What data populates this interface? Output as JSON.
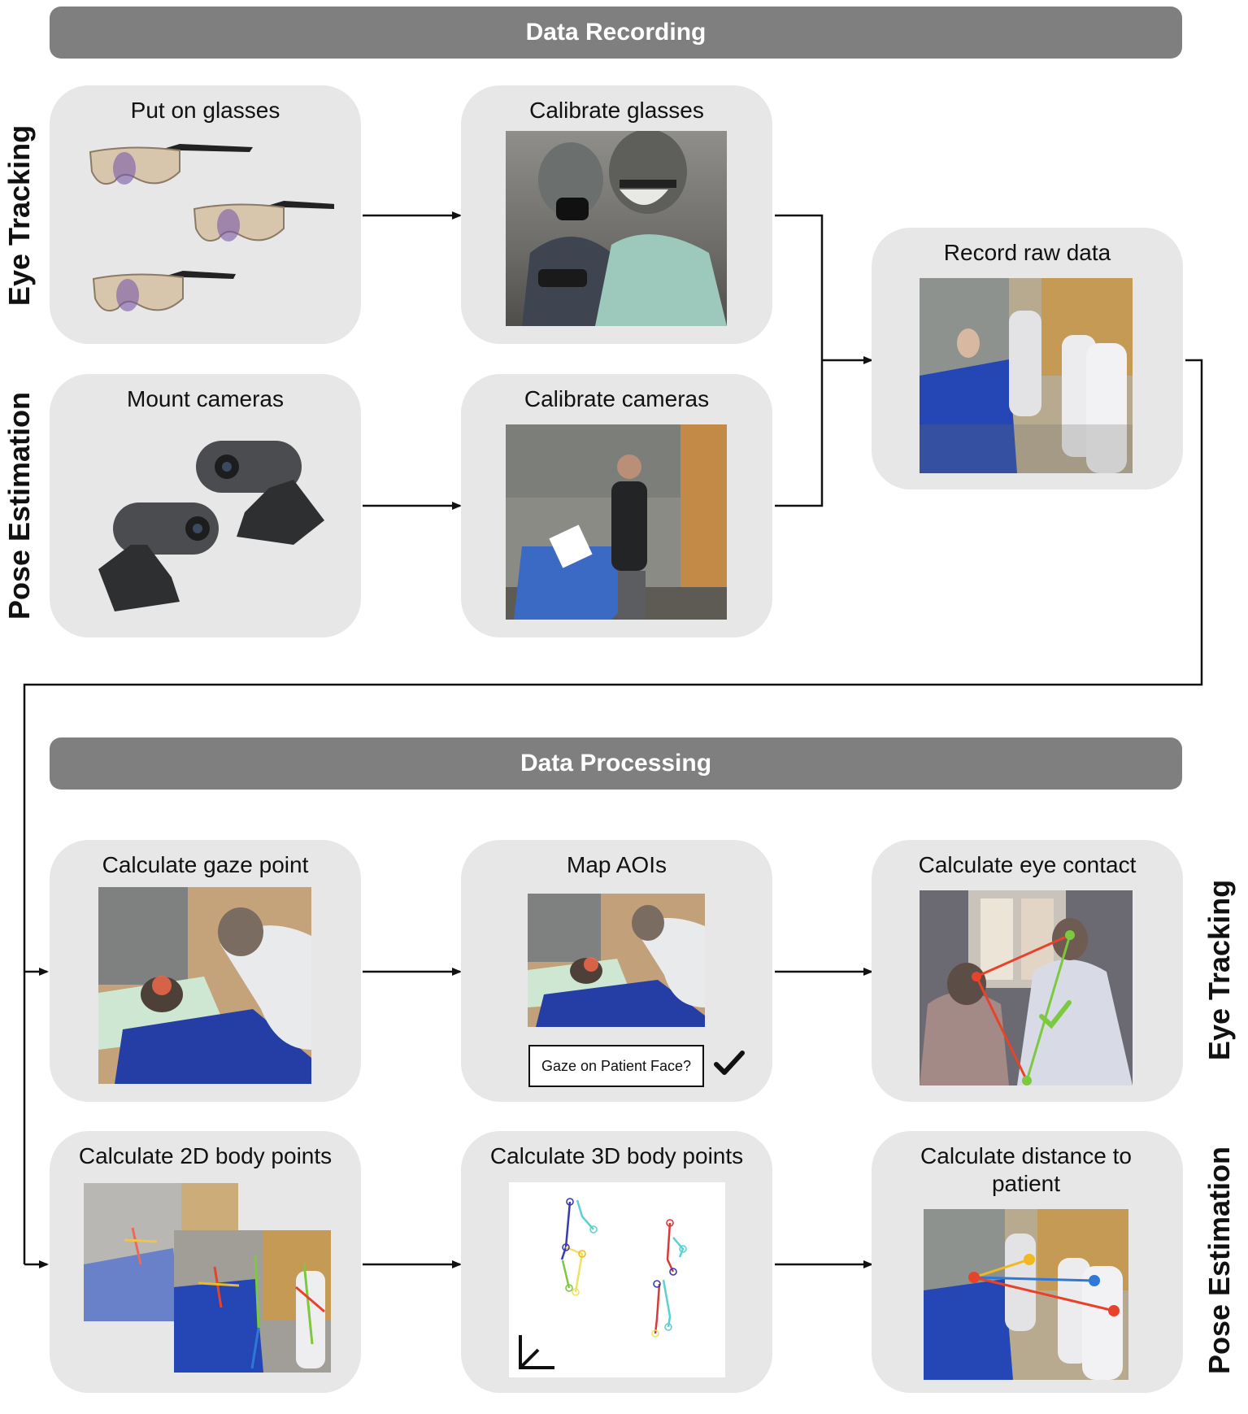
{
  "banners": {
    "recording": "Data Recording",
    "processing": "Data Processing"
  },
  "side_labels": {
    "top_eye": "Eye Tracking",
    "top_pose": "Pose Estimation",
    "bottom_eye": "Eye Tracking",
    "bottom_pose": "Pose Estimation"
  },
  "cards": {
    "put_on_glasses": "Put on glasses",
    "calibrate_glasses": "Calibrate glasses",
    "record_raw_data": "Record raw data",
    "mount_cameras": "Mount cameras",
    "calibrate_cameras": "Calibrate cameras",
    "calc_gaze_point": "Calculate gaze point",
    "map_aois": "Map AOIs",
    "calc_eye_contact": "Calculate eye contact",
    "calc_2d_body": "Calculate 2D body points",
    "calc_3d_body": "Calculate 3D body points",
    "calc_distance": "Calculate distance to patient"
  },
  "aoi_question": "Gaze on Patient Face?",
  "colors": {
    "banner": "#7f7f7f",
    "card": "#e7e7e7",
    "arrow": "#111111",
    "gaze_dot": "#f06a4a",
    "red_line": "#e8432a",
    "green_line": "#7cc83f",
    "blue_line": "#2f78d8",
    "yellow_line": "#f2b81f"
  }
}
